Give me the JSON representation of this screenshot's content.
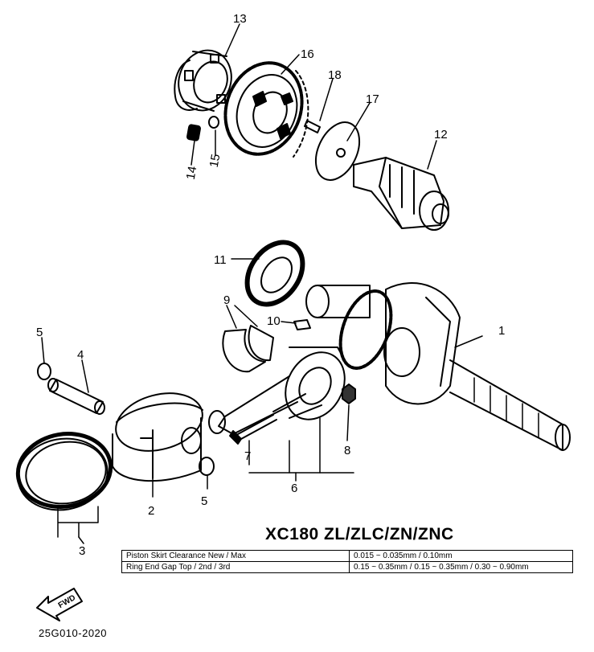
{
  "diagram": {
    "callouts": {
      "c1": "1",
      "c2": "2",
      "c3": "3",
      "c4": "4",
      "c5a": "5",
      "c5b": "5",
      "c6": "6",
      "c7": "7",
      "c8": "8",
      "c9": "9",
      "c10": "10",
      "c11": "11",
      "c12": "12",
      "c13": "13",
      "c14": "14",
      "c15": "15",
      "c16": "16",
      "c17": "17",
      "c18": "18"
    },
    "fwd_label": "FWD"
  },
  "model": {
    "title": "XC180 ZL/ZLC/ZN/ZNC"
  },
  "spec_table": {
    "rows": [
      {
        "label": "Piston Skirt Clearance New / Max",
        "value": "0.015 ~ 0.035mm / 0.10mm"
      },
      {
        "label": "Ring End Gap Top / 2nd / 3rd",
        "value": "0.15 ~ 0.35mm / 0.15 ~ 0.35mm / 0.30 ~ 0.90mm"
      }
    ]
  },
  "footer": {
    "code": "25G010-2020"
  }
}
